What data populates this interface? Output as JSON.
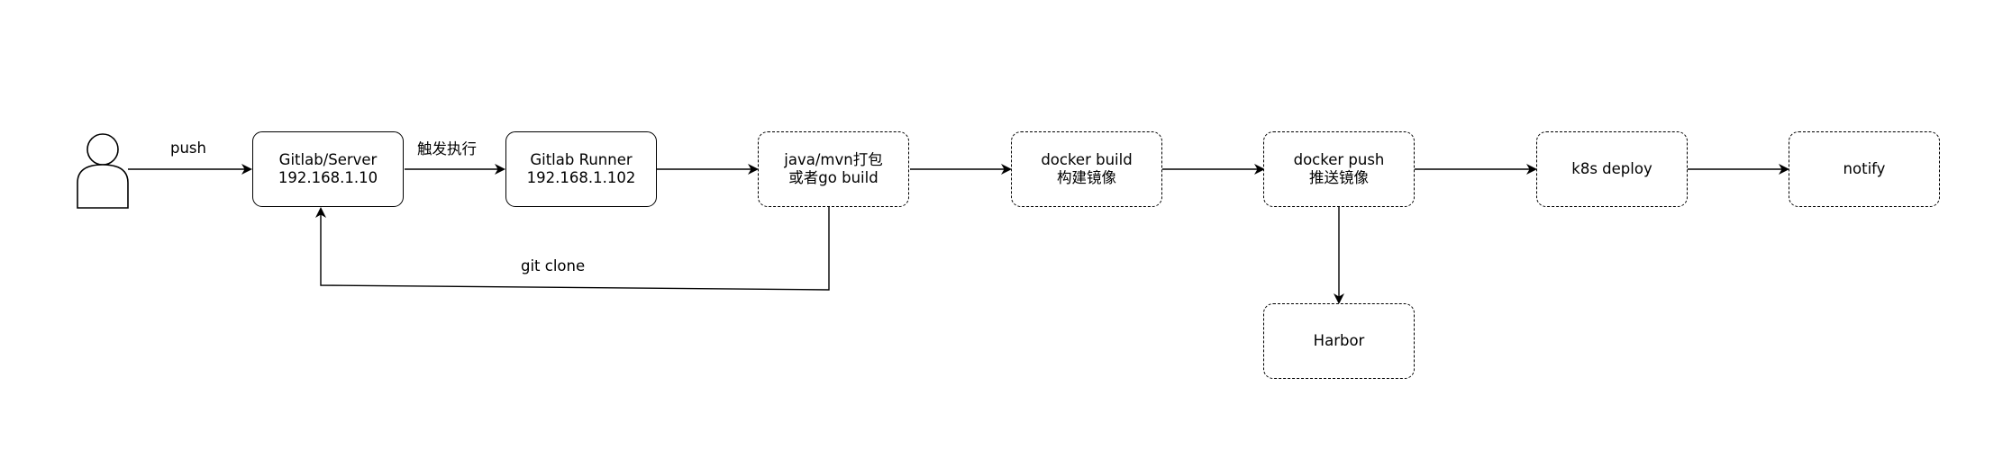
{
  "diagram": {
    "actor": {
      "icon": "user-icon"
    },
    "nodes": {
      "gitlab_server": {
        "line1": "Gitlab/Server",
        "line2": "192.168.1.10"
      },
      "gitlab_runner": {
        "line1": "Gitlab Runner",
        "line2": "192.168.1.102"
      },
      "build": {
        "line1": "java/mvn打包",
        "line2": "或者go build"
      },
      "docker_build": {
        "line1": "docker build",
        "line2": "构建镜像"
      },
      "docker_push": {
        "line1": "docker push",
        "line2": "推送镜像"
      },
      "k8s_deploy": {
        "line1": "k8s deploy"
      },
      "notify": {
        "line1": "notify"
      },
      "harbor": {
        "line1": "Harbor"
      }
    },
    "edge_labels": {
      "push": "push",
      "trigger": "触发执行",
      "git_clone": "git clone"
    },
    "colors": {
      "stroke": "#000000",
      "background": "#ffffff"
    }
  }
}
